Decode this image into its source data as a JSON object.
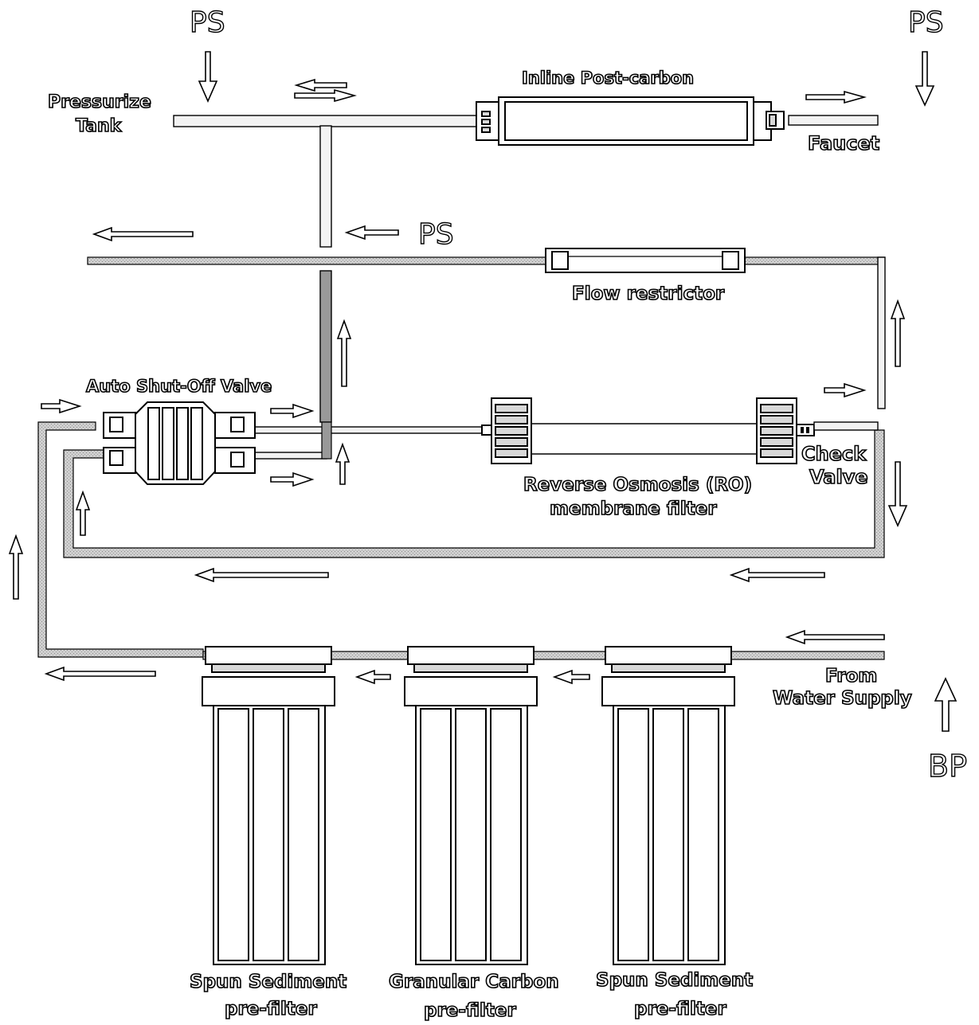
{
  "labels": {
    "ps_top_left": "PS",
    "ps_top_right": "PS",
    "ps_middle": "PS",
    "bp": "BP",
    "pressurize_tank_line1": "Pressurize",
    "pressurize_tank_line2": "Tank",
    "inline_post_carbon": "Inline Post-carbon",
    "faucet": "Faucet",
    "flow_restrictor": "Flow restrictor",
    "auto_shut_off_valve": "Auto Shut-Off Valve",
    "ro_membrane_line1": "Reverse Osmosis (RO)",
    "ro_membrane_line2": "membrane filter",
    "check_valve_line1": "Check",
    "check_valve_line2": "Valve",
    "from_water_supply_line1": "From",
    "from_water_supply_line2": "Water Supply",
    "filter1_line1": "Spun Sediment",
    "filter1_line2": "pre-filter",
    "filter2_line1": "Granular Carbon",
    "filter2_line2": "pre-filter",
    "filter3_line1": "Spun Sediment",
    "filter3_line2": "pre-filter"
  }
}
